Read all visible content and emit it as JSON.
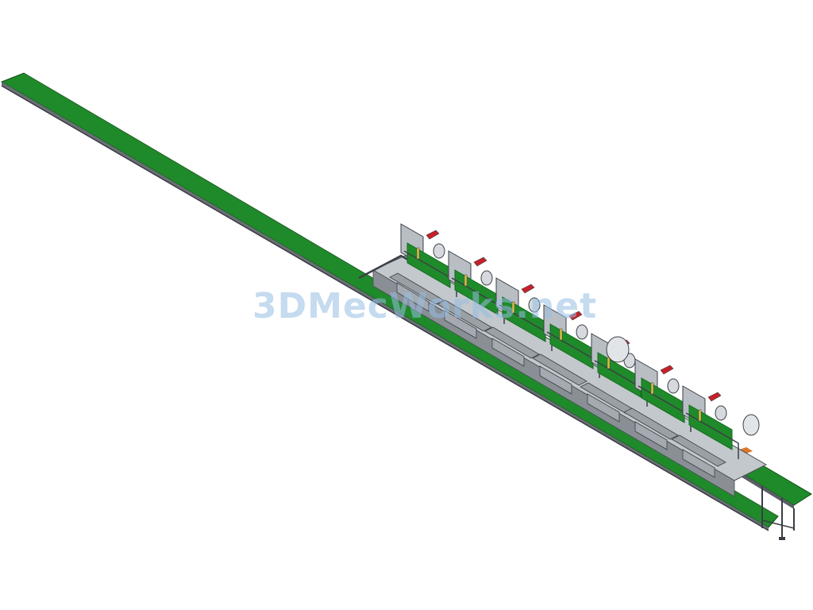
{
  "image": {
    "subject": "assembly-line-cad-model",
    "watermark_text": "3DMecWorks.net",
    "colors": {
      "background": "#ffffff",
      "conveyor_belt": "#1f8a2a",
      "conveyor_belt_dark": "#156b1f",
      "frame": "#5a5f66",
      "machine_body": "#b9bec4",
      "machine_dark": "#3c4046",
      "accent_red": "#c8202a",
      "accent_orange": "#d8782a",
      "watermark": "#96bee1"
    },
    "stations": [
      {
        "id": "station-1"
      },
      {
        "id": "station-2"
      },
      {
        "id": "station-3"
      },
      {
        "id": "station-4"
      },
      {
        "id": "station-5"
      },
      {
        "id": "station-6"
      },
      {
        "id": "station-7"
      }
    ]
  }
}
